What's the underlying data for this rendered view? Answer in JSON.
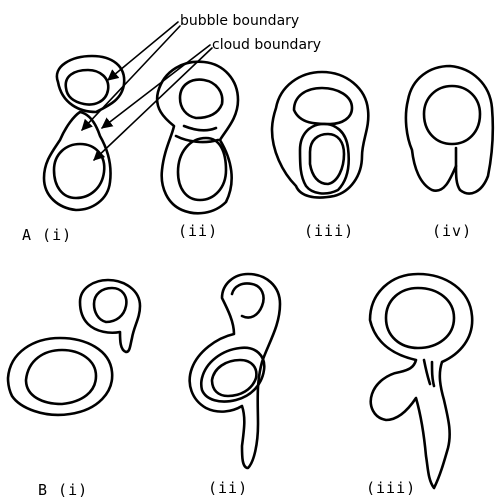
{
  "annotations": {
    "bubble_boundary": "bubble boundary",
    "cloud_boundary": "cloud boundary"
  },
  "captions": {
    "a_i": "A (i)",
    "a_ii": "(ii)",
    "a_iii": "(iii)",
    "a_iv": "(iv)",
    "b_i": "B (i)",
    "b_ii": "(ii)",
    "b_iii": "(iii)"
  }
}
